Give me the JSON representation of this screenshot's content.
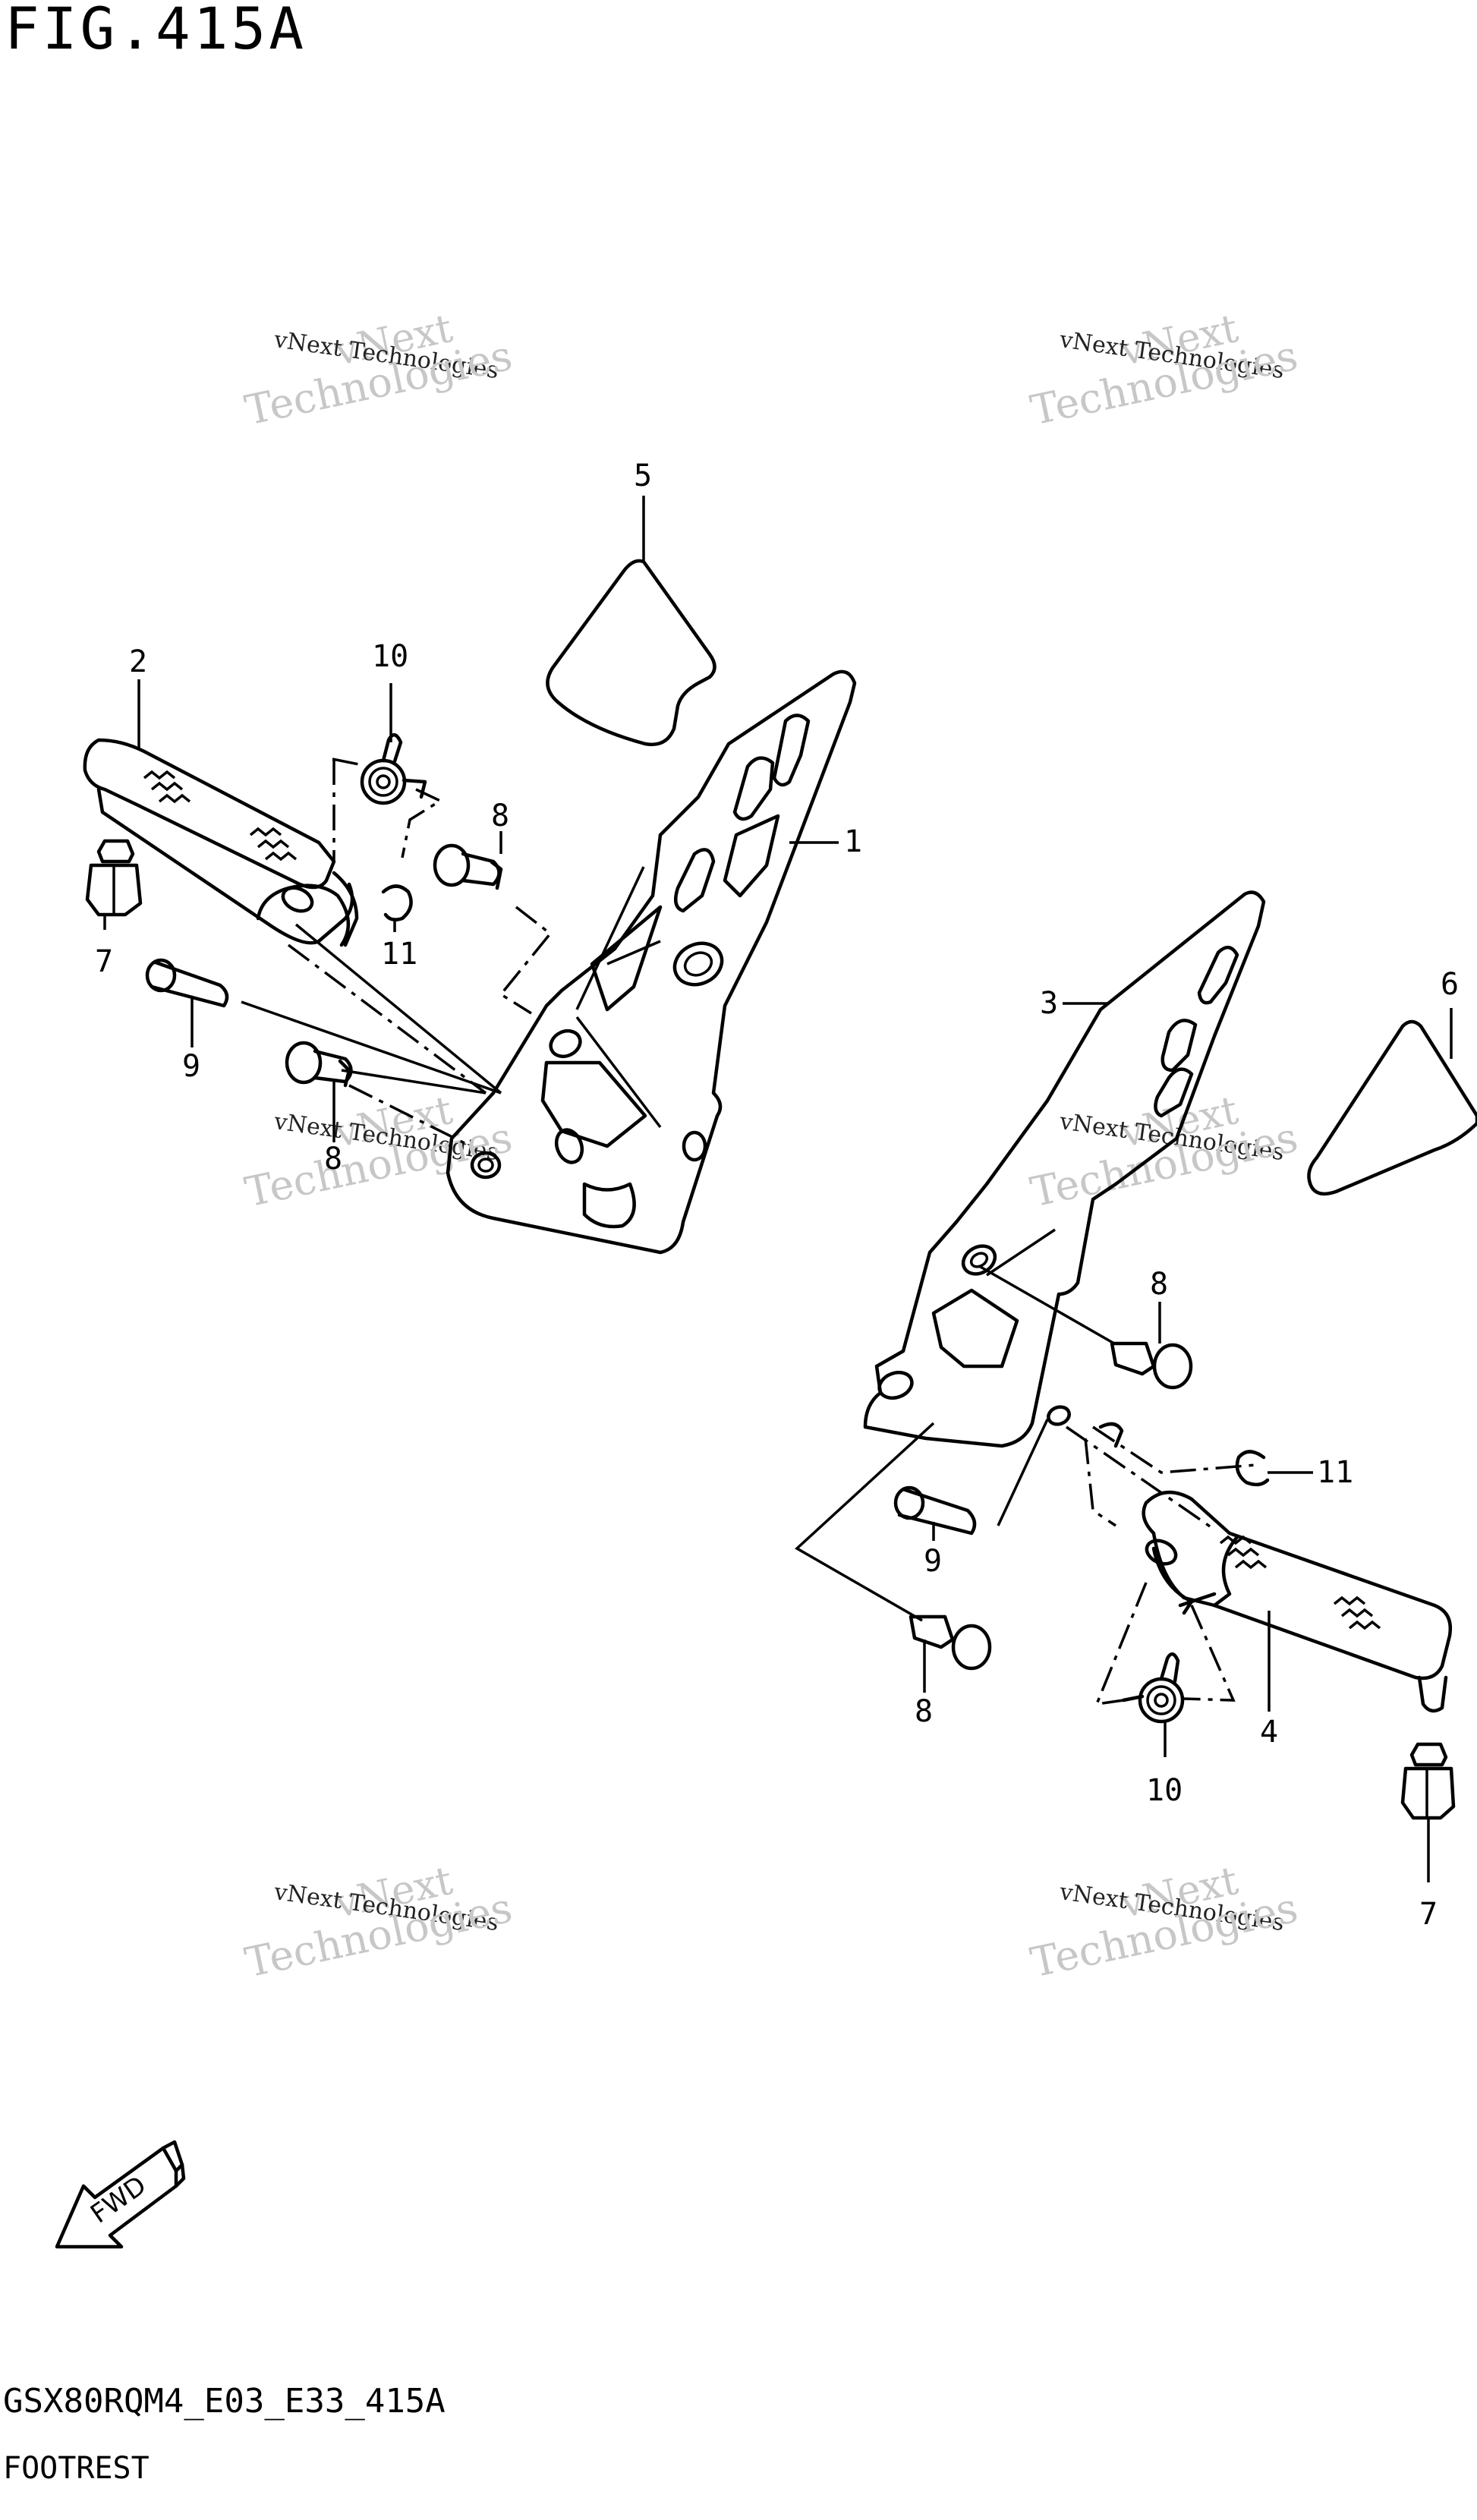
{
  "figure": {
    "title": "FIG.415A",
    "model_code": "GSX80RQM4_E03_E33_415A",
    "name": "FOOTREST",
    "direction_label": "FWD"
  },
  "watermark": {
    "line1": "vNext",
    "line2": "vNext Technologies",
    "line3": "Technologies"
  },
  "callouts": {
    "c1": "1",
    "c2": "2",
    "c3": "3",
    "c4": "4",
    "c5": "5",
    "c6": "6",
    "c7a": "7",
    "c7b": "7",
    "c8a": "8",
    "c8b": "8",
    "c8c": "8",
    "c8d": "8",
    "c9a": "9",
    "c9b": "9",
    "c10a": "10",
    "c10b": "10",
    "c11a": "11",
    "c11b": "11"
  }
}
